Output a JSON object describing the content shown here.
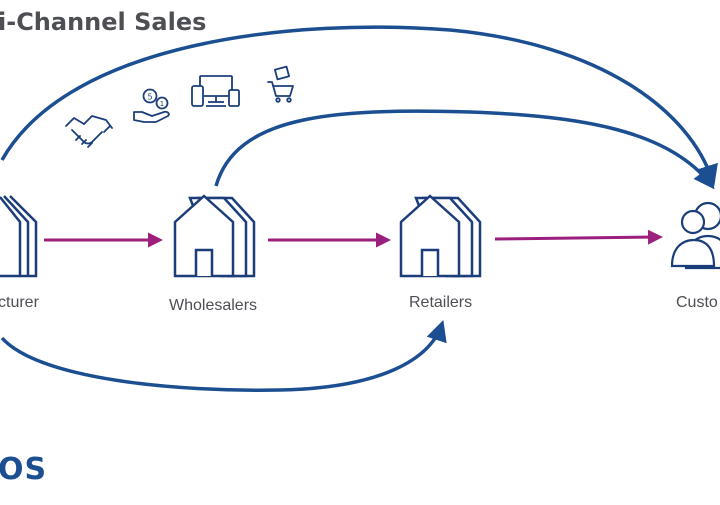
{
  "title": "i-Channel Sales",
  "nodes": {
    "manufacturer": "cturer",
    "wholesalers": "Wholesalers",
    "retailers": "Retailers",
    "customers": "Custo"
  },
  "logo": "OS",
  "icons": [
    "handshake-icon",
    "coins-hand-icon",
    "devices-icon",
    "shopping-cart-icon"
  ],
  "colors": {
    "flow_arrow": "#9c1f7d",
    "channel_curve": "#1b4f91",
    "outline": "#1b3e7a",
    "text": "#4d4f55"
  }
}
